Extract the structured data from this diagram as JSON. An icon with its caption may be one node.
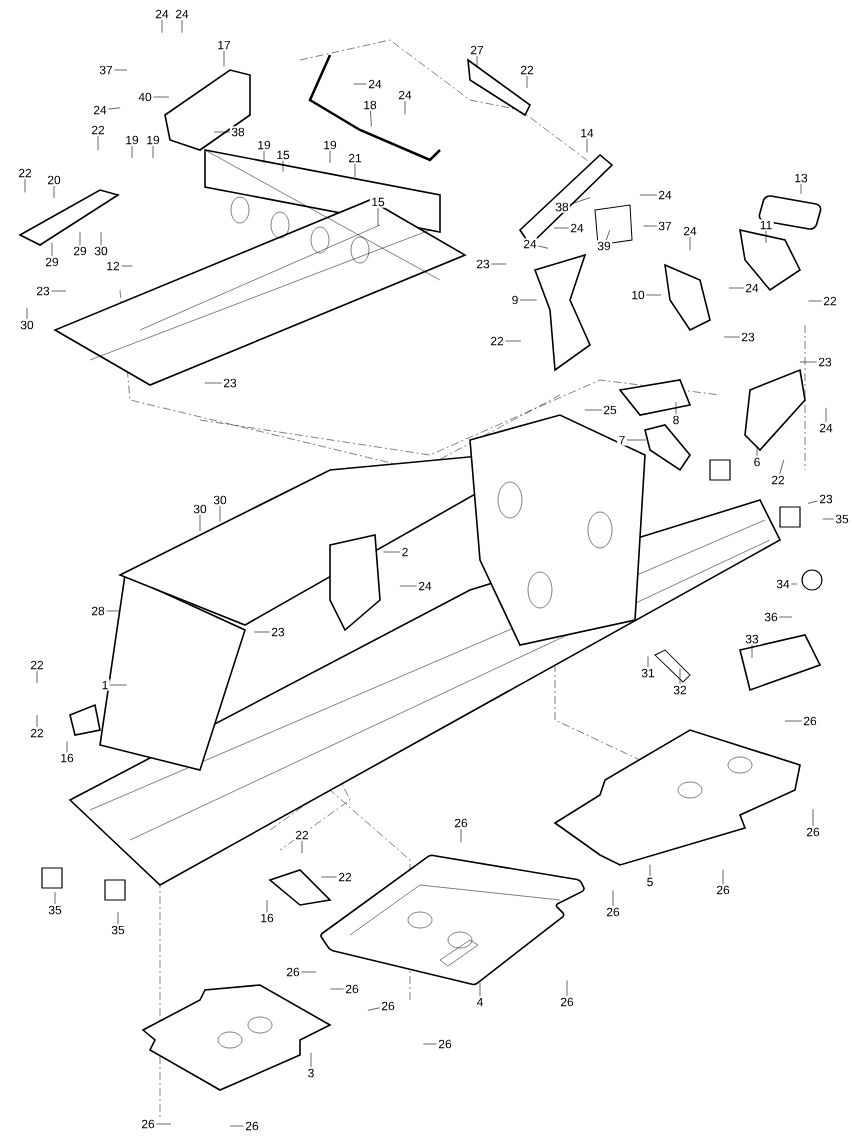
{
  "diagram": {
    "nodes": [
      {
        "text": [
          "24"
        ]
      },
      {
        "text": [
          "24"
        ]
      },
      {
        "text": [
          "17"
        ]
      },
      {
        "text": [
          "27"
        ]
      },
      {
        "text": [
          "22"
        ]
      },
      {
        "text": [
          "37"
        ]
      },
      {
        "text": [
          "24"
        ]
      },
      {
        "text": [
          "40"
        ]
      },
      {
        "text": [
          "18"
        ]
      },
      {
        "text": [
          "24"
        ]
      },
      {
        "text": [
          "24"
        ]
      },
      {
        "text": [
          "22"
        ]
      },
      {
        "text": [
          "38"
        ]
      },
      {
        "text": [
          "14"
        ]
      },
      {
        "text": [
          "19"
        ]
      },
      {
        "text": [
          "19"
        ]
      },
      {
        "text": [
          "19"
        ]
      },
      {
        "text": [
          "19"
        ]
      },
      {
        "text": [
          "15"
        ]
      },
      {
        "text": [
          "21"
        ]
      },
      {
        "text": [
          "22"
        ]
      },
      {
        "text": [
          "13"
        ]
      },
      {
        "text": [
          "20"
        ]
      },
      {
        "text": [
          "24"
        ]
      },
      {
        "text": [
          "15"
        ]
      },
      {
        "text": [
          "38"
        ]
      },
      {
        "text": [
          "11"
        ]
      },
      {
        "text": [
          "37"
        ]
      },
      {
        "text": [
          "24"
        ]
      },
      {
        "text": [
          "24"
        ]
      },
      {
        "text": [
          "24"
        ]
      },
      {
        "text": [
          "39"
        ]
      },
      {
        "text": [
          "29"
        ]
      },
      {
        "text": [
          "30"
        ]
      },
      {
        "text": [
          "29"
        ]
      },
      {
        "text": [
          "23"
        ]
      },
      {
        "text": [
          "12"
        ]
      },
      {
        "text": [
          "24"
        ]
      },
      {
        "text": [
          "23"
        ]
      },
      {
        "text": [
          "10"
        ]
      },
      {
        "text": [
          "9"
        ]
      },
      {
        "text": [
          "22"
        ]
      },
      {
        "text": [
          "30"
        ]
      },
      {
        "text": [
          "23"
        ]
      },
      {
        "text": [
          "22"
        ]
      },
      {
        "text": [
          "23"
        ]
      },
      {
        "text": [
          "23"
        ]
      },
      {
        "text": [
          "25"
        ]
      },
      {
        "text": [
          "8"
        ]
      },
      {
        "text": [
          "24"
        ]
      },
      {
        "text": [
          "7"
        ]
      },
      {
        "text": [
          "6"
        ]
      },
      {
        "text": [
          "22"
        ]
      },
      {
        "text": [
          "23"
        ]
      },
      {
        "text": [
          "30"
        ]
      },
      {
        "text": [
          "30"
        ]
      },
      {
        "text": [
          "35"
        ]
      },
      {
        "text": [
          "2"
        ]
      },
      {
        "text": [
          "34"
        ]
      },
      {
        "text": [
          "24"
        ]
      },
      {
        "text": [
          "28"
        ]
      },
      {
        "text": [
          "36"
        ]
      },
      {
        "text": [
          "23"
        ]
      },
      {
        "text": [
          "33"
        ]
      },
      {
        "text": [
          "22"
        ]
      },
      {
        "text": [
          "31"
        ]
      },
      {
        "text": [
          "1"
        ]
      },
      {
        "text": [
          "32"
        ]
      },
      {
        "text": [
          "26"
        ]
      },
      {
        "text": [
          "22"
        ]
      },
      {
        "text": [
          "16"
        ]
      },
      {
        "text": [
          "26"
        ]
      },
      {
        "text": [
          "22"
        ]
      },
      {
        "text": [
          "5"
        ]
      },
      {
        "text": [
          "26"
        ]
      },
      {
        "text": [
          "22"
        ]
      },
      {
        "text": [
          "26"
        ]
      },
      {
        "text": [
          "35"
        ]
      },
      {
        "text": [
          "26"
        ]
      },
      {
        "text": [
          "16"
        ]
      },
      {
        "text": [
          "35"
        ]
      },
      {
        "text": [
          "26"
        ]
      },
      {
        "text": [
          "26"
        ]
      },
      {
        "text": [
          "4"
        ]
      },
      {
        "text": [
          "26"
        ]
      },
      {
        "text": [
          "26"
        ]
      },
      {
        "text": [
          "26"
        ]
      },
      {
        "text": [
          "3"
        ]
      },
      {
        "text": [
          "26"
        ]
      },
      {
        "text": [
          "26"
        ]
      }
    ],
    "edges": [
      {
        "from": 0,
        "to": null,
        "arrow": "none"
      },
      {
        "from": 1,
        "to": null,
        "arrow": "none"
      },
      {
        "from": 2,
        "to": null,
        "arrow": "none"
      },
      {
        "from": 3,
        "to": null,
        "arrow": "none"
      },
      {
        "from": 4,
        "to": null,
        "arrow": "none"
      },
      {
        "from": 5,
        "to": null,
        "arrow": "none"
      },
      {
        "from": 6,
        "to": null,
        "arrow": "none"
      },
      {
        "from": 7,
        "to": null,
        "arrow": "none"
      },
      {
        "from": 8,
        "to": null,
        "arrow": "none"
      },
      {
        "from": 9,
        "to": null,
        "arrow": "none"
      },
      {
        "from": 10,
        "to": null,
        "arrow": "none"
      },
      {
        "from": 11,
        "to": null,
        "arrow": "none"
      },
      {
        "from": 12,
        "to": null,
        "arrow": "none"
      },
      {
        "from": 13,
        "to": null,
        "arrow": "none"
      },
      {
        "from": 14,
        "to": null,
        "arrow": "none"
      },
      {
        "from": 15,
        "to": null,
        "arrow": "none"
      },
      {
        "from": 16,
        "to": null,
        "arrow": "none"
      },
      {
        "from": 17,
        "to": null,
        "arrow": "none"
      },
      {
        "from": 18,
        "to": null,
        "arrow": "none"
      },
      {
        "from": 19,
        "to": null,
        "arrow": "none"
      },
      {
        "from": 20,
        "to": null,
        "arrow": "none"
      },
      {
        "from": 21,
        "to": null,
        "arrow": "none"
      },
      {
        "from": 22,
        "to": null,
        "arrow": "none"
      },
      {
        "from": 23,
        "to": null,
        "arrow": "none"
      },
      {
        "from": 24,
        "to": null,
        "arrow": "none"
      },
      {
        "from": 25,
        "to": null,
        "arrow": "none"
      },
      {
        "from": 26,
        "to": null,
        "arrow": "none"
      },
      {
        "from": 27,
        "to": null,
        "arrow": "none"
      },
      {
        "from": 28,
        "to": null,
        "arrow": "none"
      },
      {
        "from": 29,
        "to": null,
        "arrow": "none"
      },
      {
        "from": 30,
        "to": null,
        "arrow": "none"
      },
      {
        "from": 31,
        "to": null,
        "arrow": "none"
      },
      {
        "from": 32,
        "to": null,
        "arrow": "none"
      },
      {
        "from": 33,
        "to": null,
        "arrow": "none"
      },
      {
        "from": 34,
        "to": null,
        "arrow": "none"
      },
      {
        "from": 35,
        "to": null,
        "arrow": "none"
      },
      {
        "from": 36,
        "to": null,
        "arrow": "none"
      },
      {
        "from": 37,
        "to": null,
        "arrow": "none"
      },
      {
        "from": 38,
        "to": null,
        "arrow": "none"
      },
      {
        "from": 39,
        "to": null,
        "arrow": "none"
      },
      {
        "from": 40,
        "to": null,
        "arrow": "none"
      },
      {
        "from": 41,
        "to": null,
        "arrow": "none"
      },
      {
        "from": 42,
        "to": null,
        "arrow": "none"
      },
      {
        "from": 43,
        "to": null,
        "arrow": "none"
      },
      {
        "from": 44,
        "to": null,
        "arrow": "none"
      },
      {
        "from": 45,
        "to": null,
        "arrow": "none"
      },
      {
        "from": 46,
        "to": null,
        "arrow": "none"
      },
      {
        "from": 47,
        "to": null,
        "arrow": "none"
      },
      {
        "from": 48,
        "to": null,
        "arrow": "none"
      },
      {
        "from": 49,
        "to": null,
        "arrow": "none"
      },
      {
        "from": 50,
        "to": null,
        "arrow": "none"
      },
      {
        "from": 51,
        "to": null,
        "arrow": "none"
      },
      {
        "from": 52,
        "to": null,
        "arrow": "none"
      },
      {
        "from": 53,
        "to": null,
        "arrow": "none"
      },
      {
        "from": 54,
        "to": null,
        "arrow": "none"
      },
      {
        "from": 55,
        "to": null,
        "arrow": "none"
      },
      {
        "from": 56,
        "to": null,
        "arrow": "none"
      },
      {
        "from": 57,
        "to": null,
        "arrow": "none"
      },
      {
        "from": 58,
        "to": null,
        "arrow": "none"
      },
      {
        "from": 59,
        "to": null,
        "arrow": "none"
      },
      {
        "from": 60,
        "to": null,
        "arrow": "none"
      },
      {
        "from": 61,
        "to": null,
        "arrow": "none"
      },
      {
        "from": 62,
        "to": null,
        "arrow": "none"
      },
      {
        "from": 63,
        "to": null,
        "arrow": "none"
      },
      {
        "from": 64,
        "to": null,
        "arrow": "none"
      },
      {
        "from": 65,
        "to": null,
        "arrow": "none"
      },
      {
        "from": 66,
        "to": null,
        "arrow": "none"
      },
      {
        "from": 67,
        "to": null,
        "arrow": "none"
      },
      {
        "from": 68,
        "to": null,
        "arrow": "none"
      },
      {
        "from": 69,
        "to": null,
        "arrow": "none"
      },
      {
        "from": 70,
        "to": null,
        "arrow": "none"
      },
      {
        "from": 71,
        "to": null,
        "arrow": "none"
      },
      {
        "from": 72,
        "to": null,
        "arrow": "none"
      },
      {
        "from": 73,
        "to": null,
        "arrow": "none"
      },
      {
        "from": 74,
        "to": null,
        "arrow": "none"
      },
      {
        "from": 75,
        "to": null,
        "arrow": "none"
      },
      {
        "from": 76,
        "to": null,
        "arrow": "none"
      },
      {
        "from": 77,
        "to": null,
        "arrow": "none"
      },
      {
        "from": 78,
        "to": null,
        "arrow": "none"
      },
      {
        "from": 79,
        "to": null,
        "arrow": "none"
      },
      {
        "from": 80,
        "to": null,
        "arrow": "none"
      },
      {
        "from": 81,
        "to": null,
        "arrow": "none"
      },
      {
        "from": 82,
        "to": null,
        "arrow": "none"
      },
      {
        "from": 83,
        "to": null,
        "arrow": "none"
      },
      {
        "from": 84,
        "to": null,
        "arrow": "none"
      },
      {
        "from": 85,
        "to": null,
        "arrow": "none"
      },
      {
        "from": 86,
        "to": null,
        "arrow": "none"
      },
      {
        "from": 87,
        "to": null,
        "arrow": "none"
      },
      {
        "from": 88,
        "to": null,
        "arrow": "none"
      },
      {
        "from": 89,
        "to": null,
        "arrow": "none"
      }
    ]
  }
}
